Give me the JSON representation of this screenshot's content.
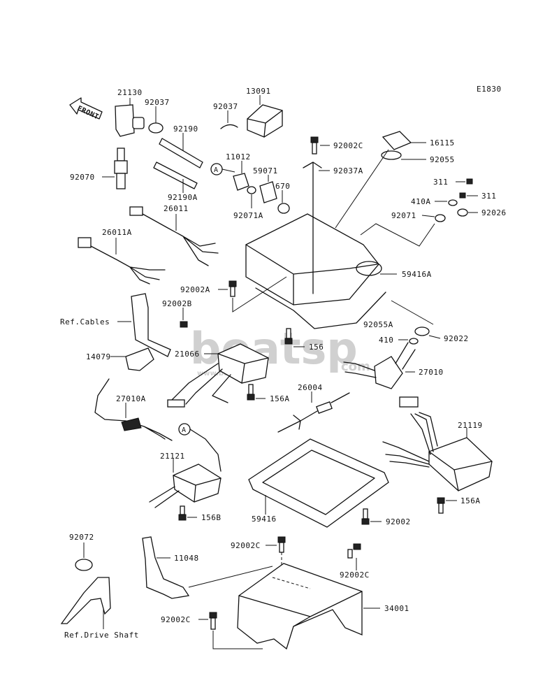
{
  "diagram_code": "E1830",
  "front_label": "FRONT",
  "watermark": {
    "main": "boatsp",
    "suffix": "com",
    "sub": "www.boatsp.com"
  },
  "ref_notes": {
    "cables": "Ref.Cables",
    "drive_shaft": "Ref.Drive Shaft"
  },
  "connector_marker": "A",
  "labels": {
    "p21130": "21130",
    "p92037_a": "92037",
    "p92037_b": "92037",
    "p13091": "13091",
    "p92190": "92190",
    "p92190a": "92190A",
    "p92070": "92070",
    "p11012": "11012",
    "p59071": "59071",
    "p670": "670",
    "p92071a": "92071A",
    "p26011": "26011",
    "p26011a": "26011A",
    "p92002c_top": "92002C",
    "p92037a": "92037A",
    "p16115": "16115",
    "p92055": "92055",
    "p311_a": "311",
    "p311_b": "311",
    "p410a": "410A",
    "p92026": "92026",
    "p92071": "92071",
    "p59416a": "59416A",
    "p92002a": "92002A",
    "p92002b": "92002B",
    "p92055a": "92055A",
    "p92022": "92022",
    "p410": "410",
    "p156": "156",
    "p21066": "21066",
    "p14079": "14079",
    "p27010": "27010",
    "p26004": "26004",
    "p156a_left": "156A",
    "p27010a": "27010A",
    "p21119": "21119",
    "p21121": "21121",
    "p156a_right": "156A",
    "p59416": "59416",
    "p156b": "156B",
    "p92002": "92002",
    "p92072": "92072",
    "p11048": "11048",
    "p92002c_mid": "92002C",
    "p92002c_right": "92002C",
    "p34001": "34001",
    "p92002c_bottom": "92002C"
  }
}
